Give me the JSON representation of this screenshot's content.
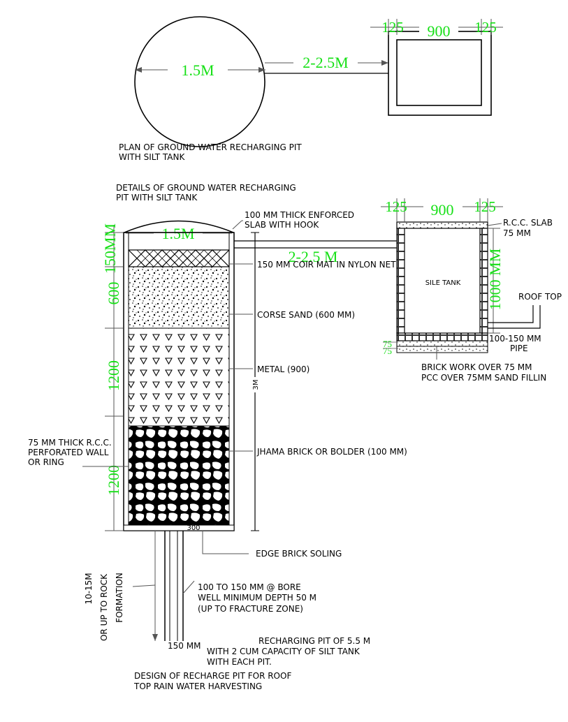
{
  "plan": {
    "pit_diameter": "1.5M",
    "distance": "2-2.5M",
    "tank_wall_left": "125",
    "tank_width": "900",
    "tank_wall_right": "125",
    "title_line1": "PLAN OF GROUND WATER RECHARGING PIT",
    "title_line2": "WITH SILT TANK"
  },
  "section": {
    "title_line1": "DETAILS OF GROUND WATER RECHARGING",
    "title_line2": "PIT WITH SILT TANK",
    "pit_diameter": "1.5M",
    "distance": "2-2.5 M",
    "dim_top": "150MM",
    "dim_sand": "600",
    "dim_metal": "1200",
    "dim_brick": "1200",
    "dim_total": "3M",
    "dim_base": "300",
    "slab_line1": "100 MM THICK ENFORCED",
    "slab_line2": "SLAB WITH HOOK",
    "coir": "150 MM COIR MAT IN NYLON NET",
    "sand": "CORSE SAND (600 MM)",
    "metal": "METAL (900)",
    "brick": "JHAMA BRICK OR BOLDER (100 MM)",
    "wall_line1": "75 MM THICK R.C.C.",
    "wall_line2": "PERFORATED WALL",
    "wall_line3": "OR RING",
    "soling": "EDGE BRICK SOLING",
    "bore_line1": "100 TO 150 MM @ BORE",
    "bore_line2": "WELL MINIMUM  DEPTH 50 M",
    "bore_line3": "(UP TO FRACTURE ZONE)",
    "bore_dia": "150 MM",
    "depth_line1": "10-15M",
    "depth_line2": "OR UP TO ROCK",
    "depth_line3": "FORMATION"
  },
  "silt_tank": {
    "wall_left": "125",
    "width": "900",
    "wall_right": "125",
    "name": "SILE TANK",
    "height": "1000 MM",
    "slab_line1": "R.C.C. SLAB",
    "slab_line2": "75 MM",
    "roof": "ROOF TOP",
    "pipe_line1": "100-150 MM",
    "pipe_line2": "PIPE",
    "base_dim1": "75",
    "base_dim2": "75",
    "base_line1": "BRICK WORK OVER 75 MM",
    "base_line2": "PCC OVER 75MM SAND FILLIN"
  },
  "notes": {
    "capacity_line1": "RECHARGING PIT OF 5.5 M",
    "capacity_line2": "WITH 2 CUM CAPACITY OF SILT TANK",
    "capacity_line3": "WITH EACH PIT.",
    "design_line1": "DESIGN OF RECHARGE PIT FOR ROOF",
    "design_line2": "TOP RAIN WATER HARVESTING"
  }
}
